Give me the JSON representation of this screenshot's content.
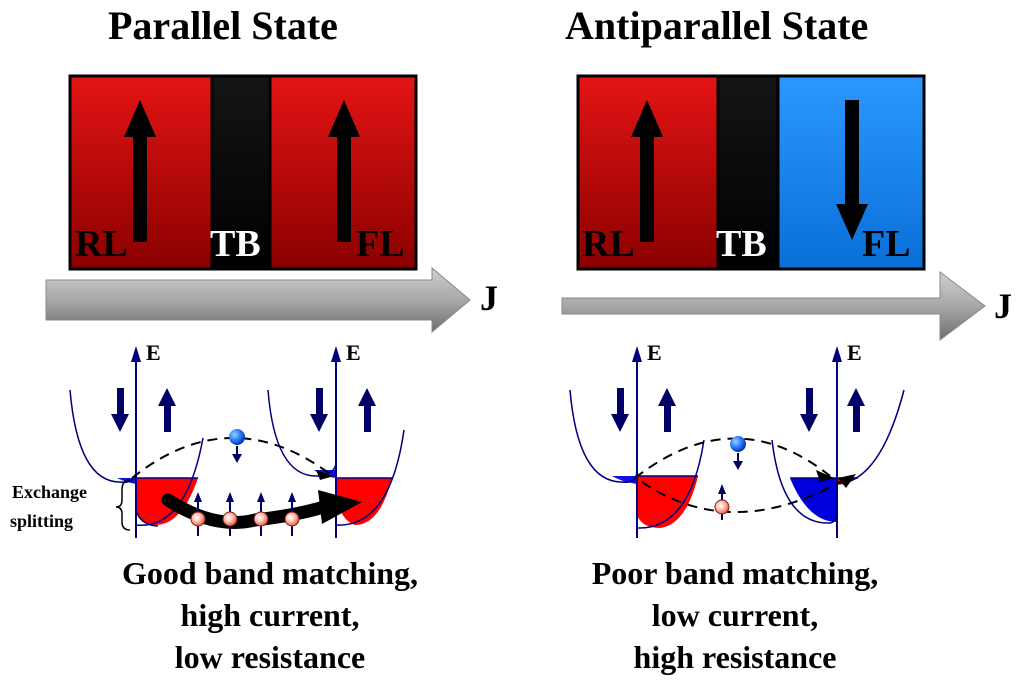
{
  "left_panel": {
    "title": "Parallel State",
    "layers": {
      "reference": "RL",
      "barrier": "TB",
      "free": "FL"
    },
    "current_label": "J",
    "energy_axis_left": "E",
    "energy_axis_right": "E",
    "exchange_label_line1": "Exchange",
    "exchange_label_line2": "splitting",
    "caption": [
      "Good band matching,",
      "high current,",
      "low resistance"
    ]
  },
  "right_panel": {
    "title": "Antiparallel State",
    "layers": {
      "reference": "RL",
      "barrier": "TB",
      "free": "FL"
    },
    "current_label": "J",
    "energy_axis_left": "E",
    "energy_axis_right": "E",
    "caption": [
      "Poor band matching,",
      "low current,",
      "high resistance"
    ]
  },
  "colors": {
    "red_layer": "#d40000",
    "blue_layer": "#1a8cff",
    "barrier": "#000000",
    "band_red": "#ff0000",
    "band_blue": "#0000dd",
    "axis": "#000080",
    "arrow_gray": "#a0a0a0"
  }
}
